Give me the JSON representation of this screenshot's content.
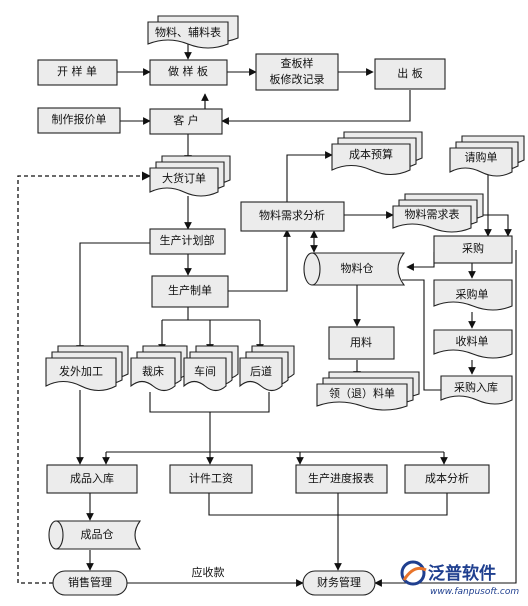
{
  "nodes": {
    "wuliao_fuliao_biao": "物料、辅料表",
    "kaiyang_dan": "开 样 单",
    "zuo_yang_ban": "做 样 板",
    "cha_ban_yang_line1": "查板样",
    "cha_ban_yang_line2": "板修改记录",
    "chu_ban": "出 板",
    "zhizuo_baojia_dan": "制作报价单",
    "ke_hu": "客 户",
    "chengben_yusuan": "成本预算",
    "qinggou_dan": "请购单",
    "dahuo_dingdan": "大货订单",
    "wuliao_xuqiu_fenxi": "物料需求分析",
    "wuliao_xuqiu_biao": "物料需求表",
    "shengchan_jihua_bu": "生产计划部",
    "wuliao_cang": "物料仓",
    "caigou": "采购",
    "shengchan_zhidan": "生产制单",
    "caigou_dan": "采购单",
    "yong_liao": "用料",
    "shouliao_dan": "收料单",
    "fawai_jiagong": "发外加工",
    "cai_chuang": "裁床",
    "che_jian": "车间",
    "hou_dao": "后道",
    "ling_tui_liao_dan": "领（退）料单",
    "caigou_ruku": "采购入库",
    "chengpin_ruku": "成品入库",
    "jijian_gongzi": "计件工资",
    "shengchan_jindu_baobiao": "生产进度报表",
    "chengben_fenxi": "成本分析",
    "chengpin_cang": "成品仓",
    "xiaoshou_guanli": "销售管理",
    "yingshou_kuan": "应收款",
    "caiwu_guanli": "财务管理"
  },
  "watermark": {
    "brand": "泛普软件",
    "url": "www.fanpusoft.com",
    "logo_color": "#1f3f8f",
    "accent_color": "#e8742a"
  },
  "colors": {
    "box_fill": "#ececec",
    "line": "#111111"
  }
}
